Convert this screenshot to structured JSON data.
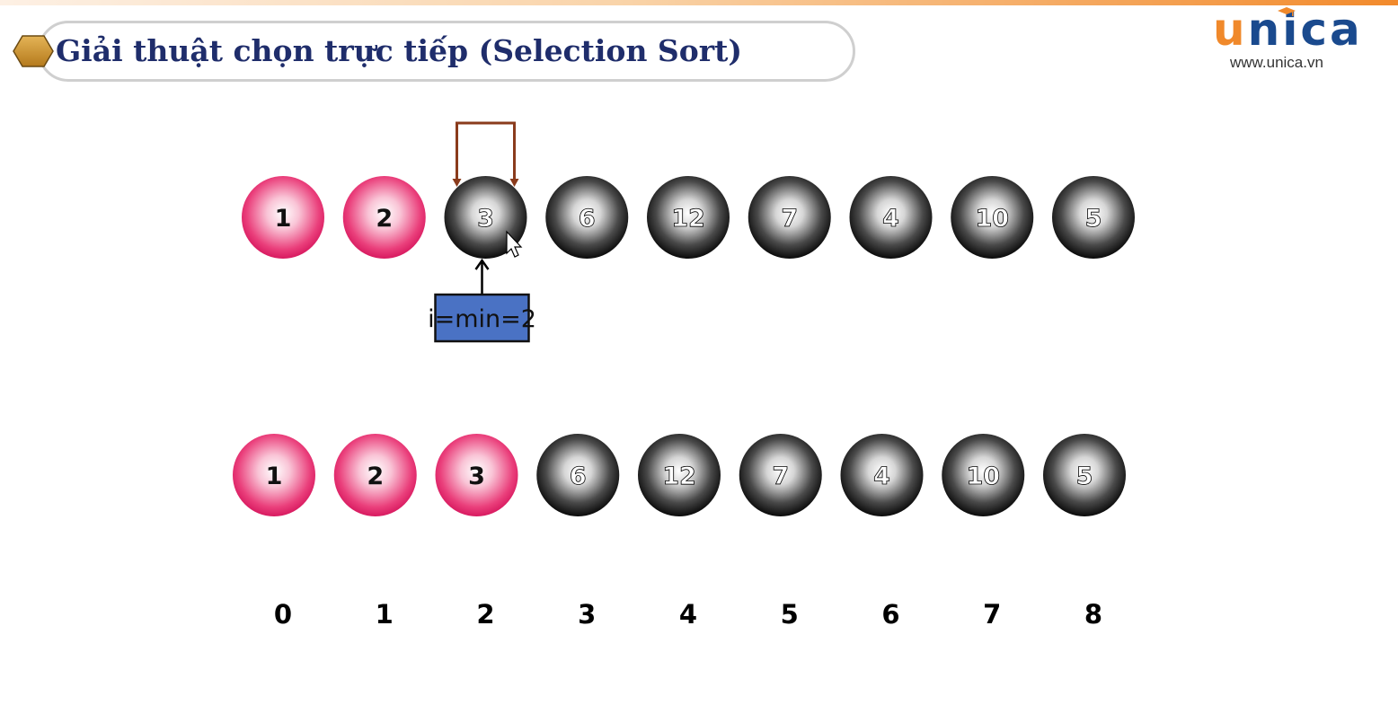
{
  "title": "Giải thuật chọn trực tiếp (Selection Sort)",
  "logo": {
    "word_accent": "u",
    "word_rest": "nica",
    "url": "www.unica.vn"
  },
  "colors": {
    "sorted": "#e8246b",
    "unsorted": "#111111",
    "title": "#1f2d6b",
    "pointer_box": "#4a72c4",
    "swap_arrow": "#8a3b1c"
  },
  "top_row": {
    "values": [
      "1",
      "2",
      "3",
      "6",
      "12",
      "7",
      "4",
      "10",
      "5"
    ],
    "states": [
      "sorted",
      "sorted",
      "unsorted",
      "unsorted",
      "unsorted",
      "unsorted",
      "unsorted",
      "unsorted",
      "unsorted"
    ]
  },
  "bottom_row": {
    "values": [
      "1",
      "2",
      "3",
      "6",
      "12",
      "7",
      "4",
      "10",
      "5"
    ],
    "states": [
      "sorted",
      "sorted",
      "sorted",
      "unsorted",
      "unsorted",
      "unsorted",
      "unsorted",
      "unsorted",
      "unsorted"
    ]
  },
  "indices": [
    "0",
    "1",
    "2",
    "3",
    "4",
    "5",
    "6",
    "7",
    "8"
  ],
  "pointer": {
    "label": "i=min=2",
    "target_index": 2
  },
  "swap": {
    "from_index": 2,
    "to_index": 2
  },
  "icons": {
    "title_marker": "hexagon-bullet-icon",
    "cursor": "mouse-pointer-icon",
    "logo_cap": "graduation-cap-icon"
  }
}
